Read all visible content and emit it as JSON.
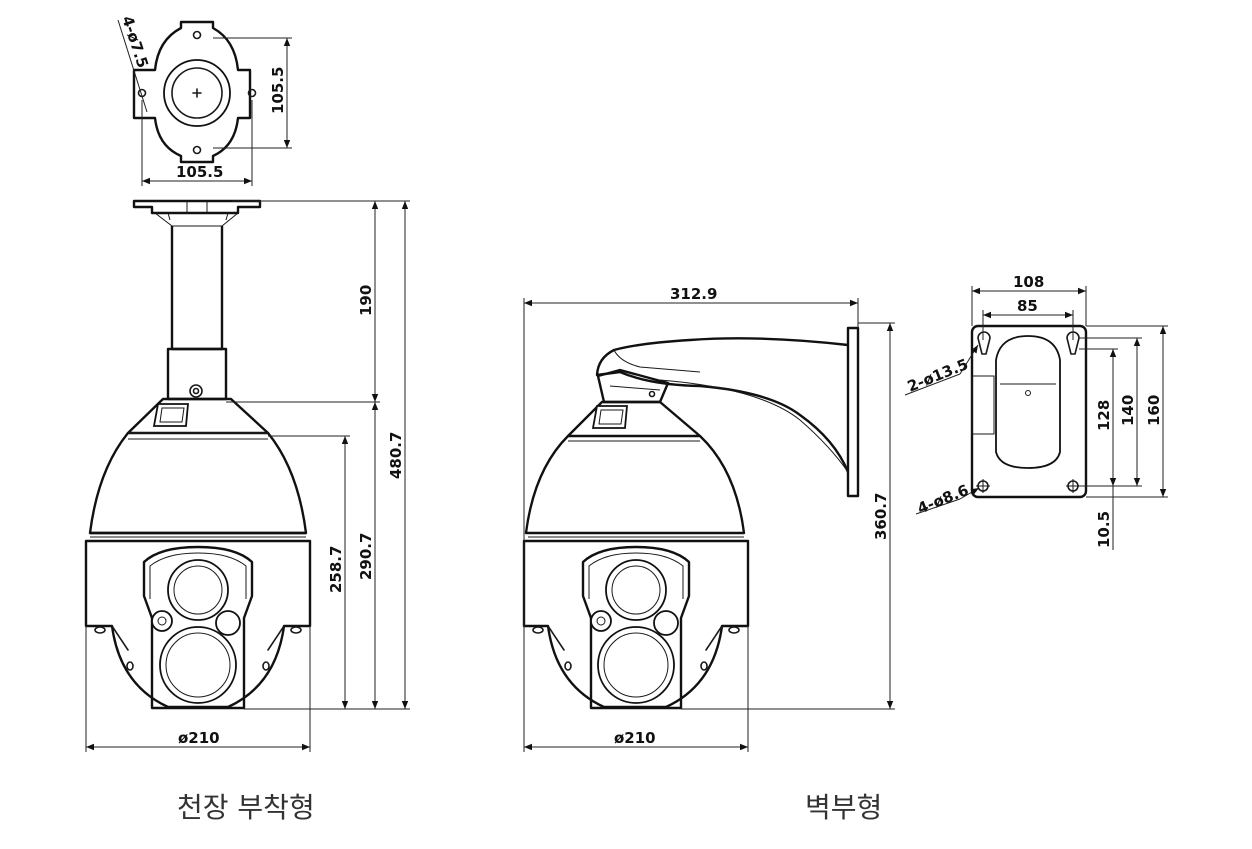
{
  "captions": {
    "ceiling_mount": "천장 부착형",
    "wall_mount": "벽부형"
  },
  "dimensions": {
    "ceiling_holes": "4-ø7.5",
    "ceiling_plate_height": "105.5",
    "ceiling_plate_width": "105.5",
    "ceiling_pole": "190",
    "ceiling_total": "480.7",
    "ceiling_upper_dome": "290.7",
    "ceiling_lower_dome": "258.7",
    "ceiling_diameter": "ø210",
    "wall_reach": "312.9",
    "wall_height": "360.7",
    "wall_diameter": "ø210",
    "bracket_width": "108",
    "bracket_inner_width": "85",
    "bracket_slot_holes": "2-ø13.5",
    "bracket_mount_holes": "4-ø8.6",
    "bracket_h1": "128",
    "bracket_h2": "140",
    "bracket_h3": "160",
    "bracket_offset": "10.5"
  }
}
